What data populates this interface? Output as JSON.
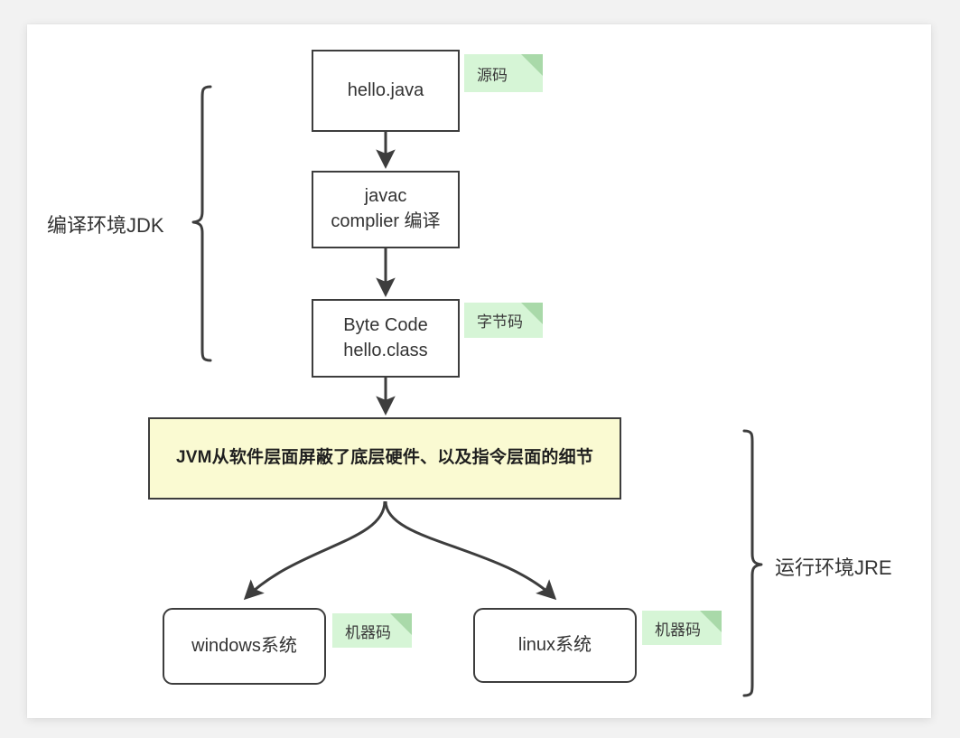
{
  "diagram": {
    "title_present": false,
    "background_color": "#f2f2f2",
    "card_color": "#ffffff",
    "line_color": "#3d3d3d",
    "text_color": "#333333",
    "note_color": "#d6f5d6",
    "note_fold_color": "#a9d9a9",
    "jvm_fill_color": "#fafad2"
  },
  "nodes": {
    "hello_java": {
      "label": "hello.java",
      "shape": "rect"
    },
    "javac": {
      "label": "javac\ncomplier 编译",
      "shape": "rect"
    },
    "byte_code": {
      "label": "Byte Code\nhello.class",
      "shape": "rect"
    },
    "jvm": {
      "label": "JVM从软件层面屏蔽了底层硬件、以及指令层面的细节",
      "shape": "rect-highlight"
    },
    "windows": {
      "label": "windows系统",
      "shape": "rounded-rect"
    },
    "linux": {
      "label": "linux系统",
      "shape": "rounded-rect"
    }
  },
  "notes": {
    "source_code": {
      "label": "源码"
    },
    "byte_code": {
      "label": "字节码"
    },
    "machine_code_windows": {
      "label": "机器码"
    },
    "machine_code_linux": {
      "label": "机器码"
    }
  },
  "groups": {
    "compile_env": {
      "label": "编译环境JDK",
      "brace": "right-facing",
      "covers": [
        "hello.java",
        "javac complier 编译",
        "Byte Code hello.class"
      ]
    },
    "runtime_env": {
      "label": "运行环境JRE",
      "brace": "left-facing",
      "covers": [
        "JVM",
        "windows系统",
        "linux系统"
      ]
    }
  },
  "edges": [
    {
      "from": "hello.java",
      "to": "javac complier 编译",
      "style": "straight-arrow"
    },
    {
      "from": "javac complier 编译",
      "to": "Byte Code hello.class",
      "style": "straight-arrow"
    },
    {
      "from": "Byte Code hello.class",
      "to": "JVM",
      "style": "straight-arrow"
    },
    {
      "from": "JVM",
      "to": "windows系统",
      "style": "curved-arrow"
    },
    {
      "from": "JVM",
      "to": "linux系统",
      "style": "curved-arrow"
    }
  ]
}
